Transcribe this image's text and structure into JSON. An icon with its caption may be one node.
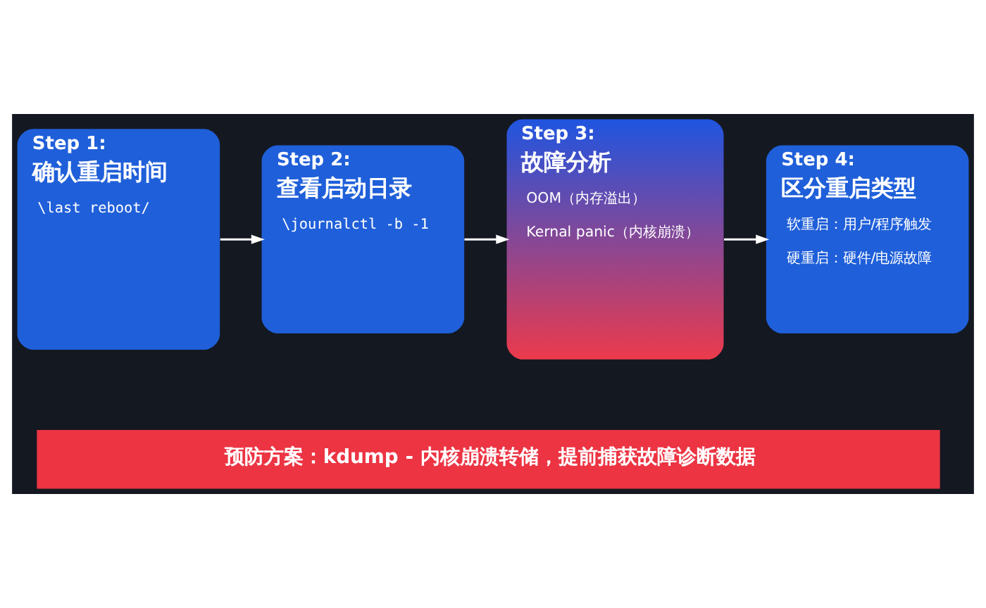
{
  "diagram": {
    "nodes": [
      {
        "text": [
          "Step 1:",
          "确认重启时间",
          "\\last reboot/"
        ]
      },
      {
        "text": [
          "Step 2:",
          "查看启动日录",
          "\\journalctl -b -1"
        ]
      },
      {
        "text": [
          "Step 3:",
          "故障分析",
          "OOM（内存溢出）",
          "Kernal panic（内核崩溃）"
        ]
      },
      {
        "text": [
          "Step 4:",
          "区分重启类型",
          "软重启：用户/程序触发",
          "硬重启：硬件/电源故障"
        ]
      },
      {
        "text": [
          "预防方案：kdump - 内核崩溃转储，提前捕获故障诊断数据"
        ]
      }
    ],
    "edges": [
      {
        "from": 0,
        "to": 1,
        "arrow": "to"
      },
      {
        "from": 1,
        "to": 2,
        "arrow": "to"
      },
      {
        "from": 2,
        "to": 3,
        "arrow": "to"
      }
    ]
  }
}
